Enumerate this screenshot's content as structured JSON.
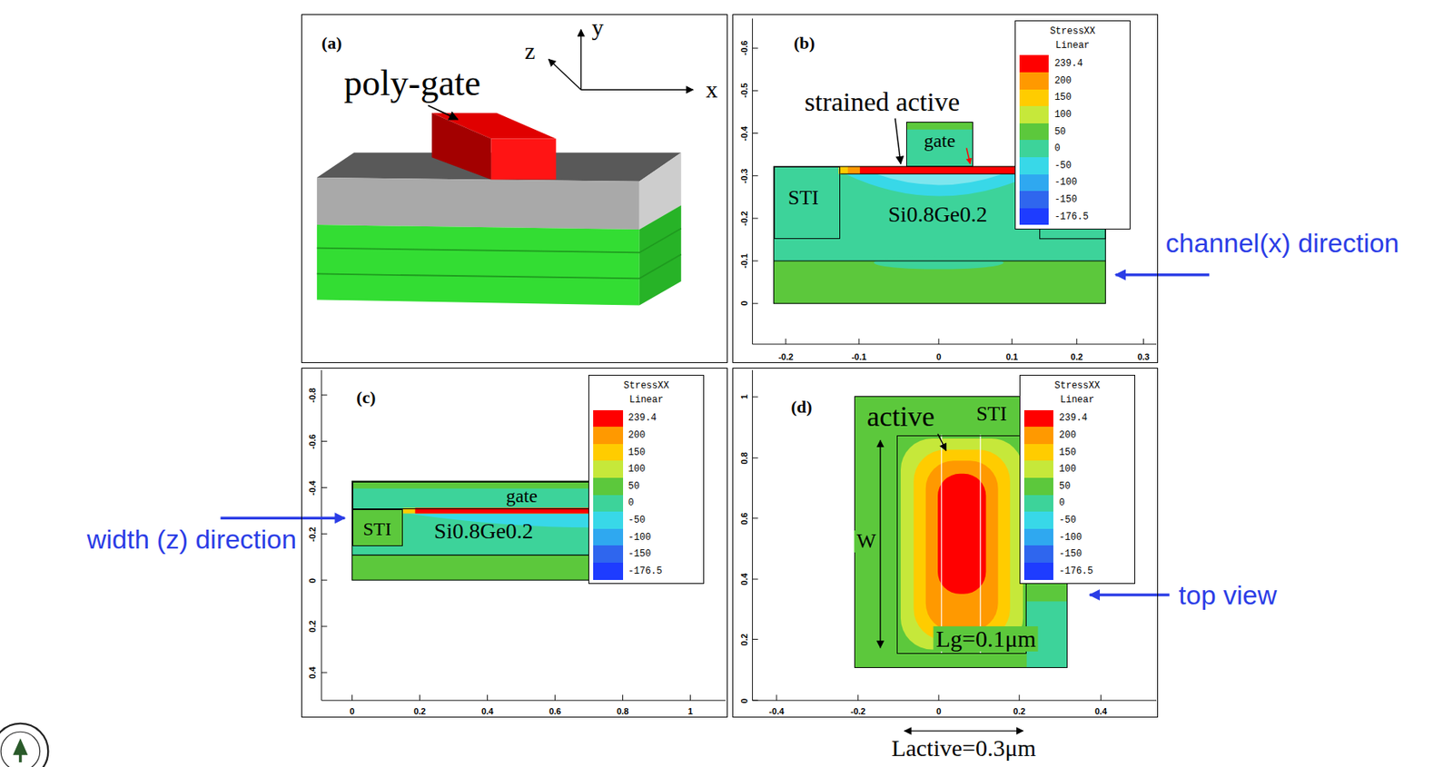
{
  "diagram": {
    "nodes": [
      {
        "text": [
          "(a)"
        ]
      },
      {
        "text": [
          "(b)"
        ]
      },
      {
        "text": [
          "gate"
        ],
        "in": 1
      },
      {
        "text": [
          "STI"
        ],
        "in": 1
      },
      {
        "text": [
          "Si0.8Ge0.2"
        ],
        "in": 1
      },
      {
        "text": [
          "(c)"
        ]
      },
      {
        "text": [
          "gate"
        ],
        "in": 5
      },
      {
        "text": [
          "STI"
        ],
        "in": 5
      },
      {
        "text": [
          "Si0.8Ge0.2"
        ],
        "in": 5
      },
      {
        "text": [
          "(d)"
        ]
      },
      {
        "text": [
          "STI"
        ],
        "in": 9
      },
      {
        "text": [
          "active"
        ],
        "in": 10
      }
    ],
    "labels": [
      "z",
      "y",
      "x",
      "poly-gate",
      "strained active",
      "StressXX",
      "Linear",
      "-0.6",
      "-0.5",
      "-0.4",
      "-0.3",
      "-0.2",
      "-0.1",
      "0",
      "-0.2",
      "-0.1",
      "0",
      "0.1",
      "0.2",
      "0.3",
      "channel(x) direction",
      "StressXX",
      "Linear",
      "-0.8",
      "-0.6",
      "-0.4",
      "-0.2",
      "0",
      "0.2",
      "0.4",
      "0",
      "0.2",
      "0.4",
      "0.6",
      "0.8",
      "1",
      "width (z) direction",
      "StressXX",
      "Linear",
      "1",
      "0.8",
      "0.6",
      "0.4",
      "0.2",
      "0",
      "-0.4",
      "-0.2",
      "0",
      "0.2",
      "0.4",
      "W",
      "Lg=0.1μm",
      "Lactive=0.3μm",
      "top view"
    ],
    "legend": [
      {
        "text": "239.4",
        "color": "#ff0000"
      },
      {
        "text": "200",
        "color": "#ff9900"
      },
      {
        "text": "150",
        "color": "#ffcc00"
      },
      {
        "text": "100",
        "color": "#c6e83a"
      },
      {
        "text": "50",
        "color": "#5cc83c"
      },
      {
        "text": "0",
        "color": "#3dd39a"
      },
      {
        "text": "-50",
        "color": "#38d8e8"
      },
      {
        "text": "-100",
        "color": "#2fa8f0"
      },
      {
        "text": "-150",
        "color": "#2f66ee"
      },
      {
        "text": "-176.5",
        "color": "#1e3cff"
      },
      {
        "text": "239.4",
        "color": "#ff0000"
      },
      {
        "text": "200",
        "color": "#ff9900"
      },
      {
        "text": "150",
        "color": "#ffcc00"
      },
      {
        "text": "100",
        "color": "#c6e83a"
      },
      {
        "text": "50",
        "color": "#5cc83c"
      },
      {
        "text": "0",
        "color": "#3dd39a"
      },
      {
        "text": "-50",
        "color": "#38d8e8"
      },
      {
        "text": "-100",
        "color": "#2fa8f0"
      },
      {
        "text": "-150",
        "color": "#2f66ee"
      },
      {
        "text": "-176.5",
        "color": "#1e3cff"
      },
      {
        "text": "239.4",
        "color": "#ff0000"
      },
      {
        "text": "200",
        "color": "#ff9900"
      },
      {
        "text": "150",
        "color": "#ffcc00"
      },
      {
        "text": "100",
        "color": "#c6e83a"
      },
      {
        "text": "50",
        "color": "#5cc83c"
      },
      {
        "text": "0",
        "color": "#3dd39a"
      },
      {
        "text": "-50",
        "color": "#38d8e8"
      },
      {
        "text": "-100",
        "color": "#2fa8f0"
      },
      {
        "text": "-150",
        "color": "#2f66ee"
      },
      {
        "text": "-176.5",
        "color": "#1e3cff"
      }
    ]
  }
}
